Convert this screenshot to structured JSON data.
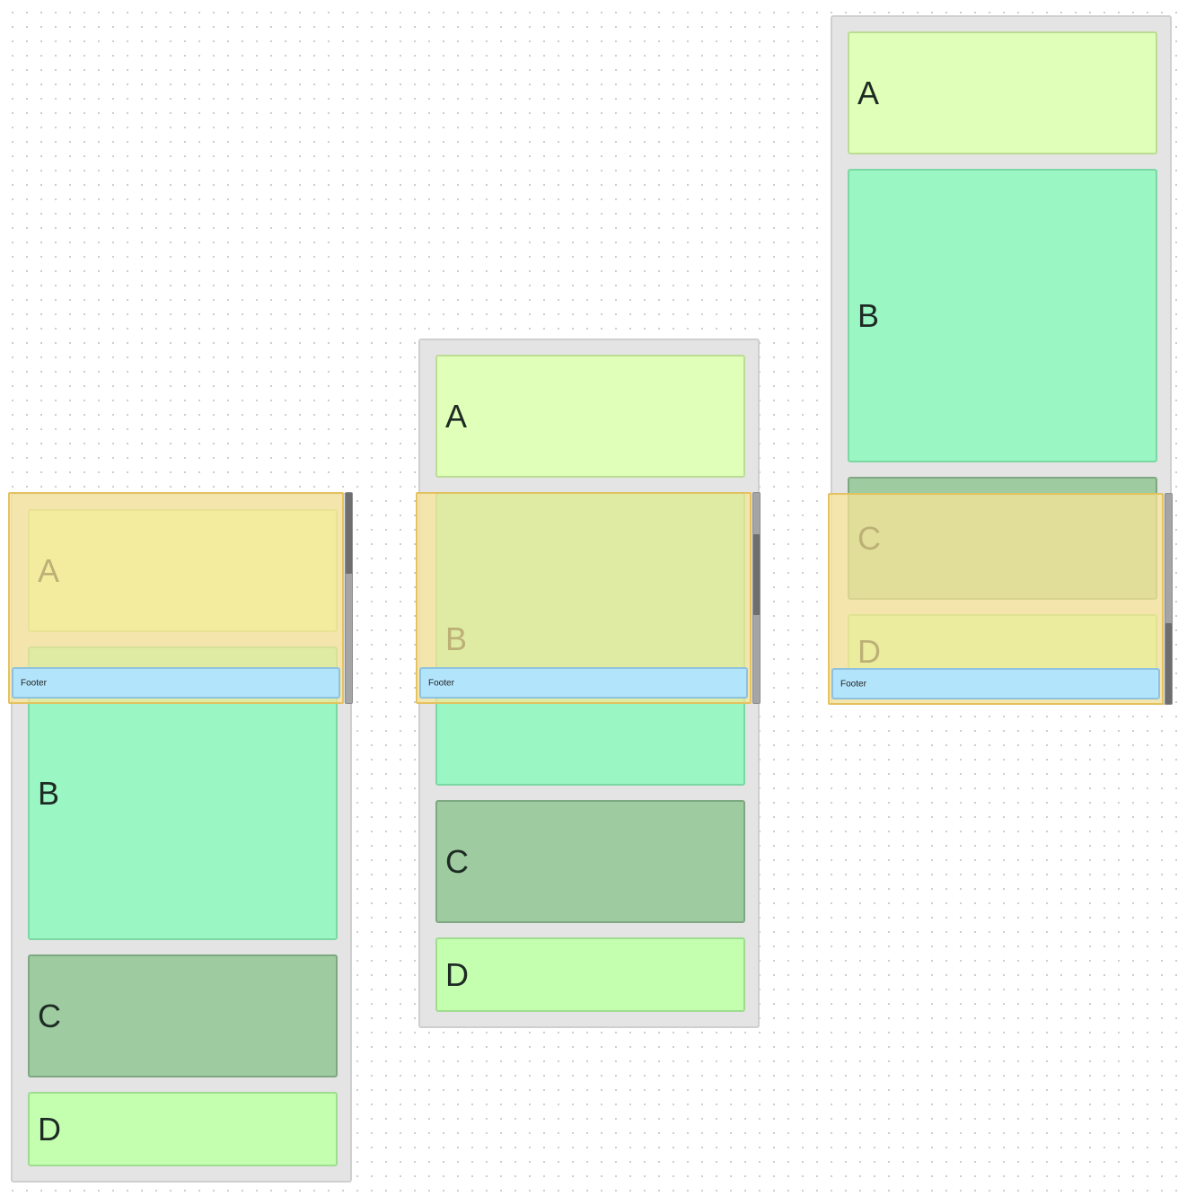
{
  "colors": {
    "card_a": "#e0ffb8",
    "card_b": "#9af6c2",
    "card_c": "#9ecba0",
    "card_d": "#c4ffb0",
    "viewport_overlay": "#fae496",
    "footer": "#b2e4fb"
  },
  "panels": [
    {
      "cards": [
        {
          "label": "A"
        },
        {
          "label": "B"
        },
        {
          "label": "C"
        },
        {
          "label": "D"
        }
      ],
      "footer_label": "Footer",
      "scroll_position_fraction": 0.0
    },
    {
      "cards": [
        {
          "label": "A"
        },
        {
          "label": "B"
        },
        {
          "label": "C"
        },
        {
          "label": "D"
        }
      ],
      "footer_label": "Footer",
      "scroll_position_fraction": 0.4
    },
    {
      "cards": [
        {
          "label": "A"
        },
        {
          "label": "B"
        },
        {
          "label": "C"
        },
        {
          "label": "D"
        }
      ],
      "footer_label": "Footer",
      "scroll_position_fraction": 1.0
    }
  ]
}
